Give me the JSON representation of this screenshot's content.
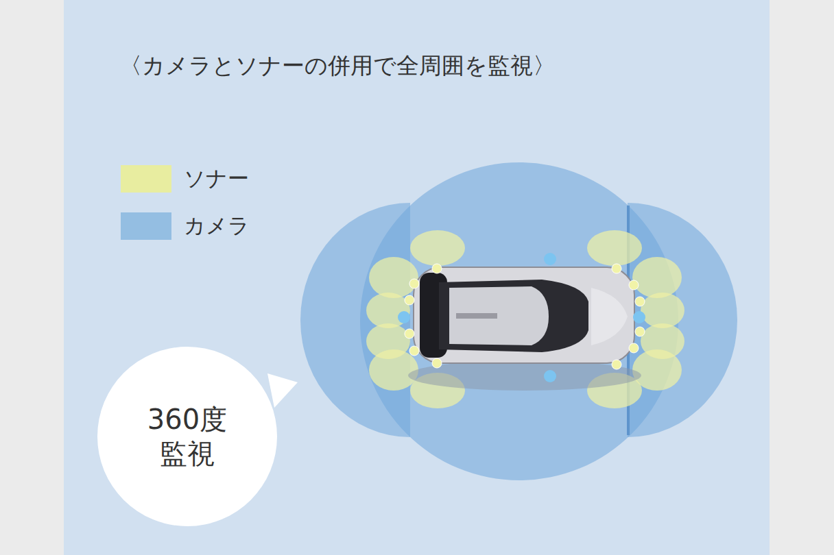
{
  "diagram": {
    "title": "〈カメラとソナーの併用で全周囲を監視〉",
    "nodes": [
      {
        "text": [
          "360度 監視"
        ]
      }
    ],
    "legend": [
      {
        "text": "ソナー",
        "color": "#e8eda0"
      },
      {
        "text": "カメラ",
        "color": "#94bee2"
      }
    ]
  }
}
